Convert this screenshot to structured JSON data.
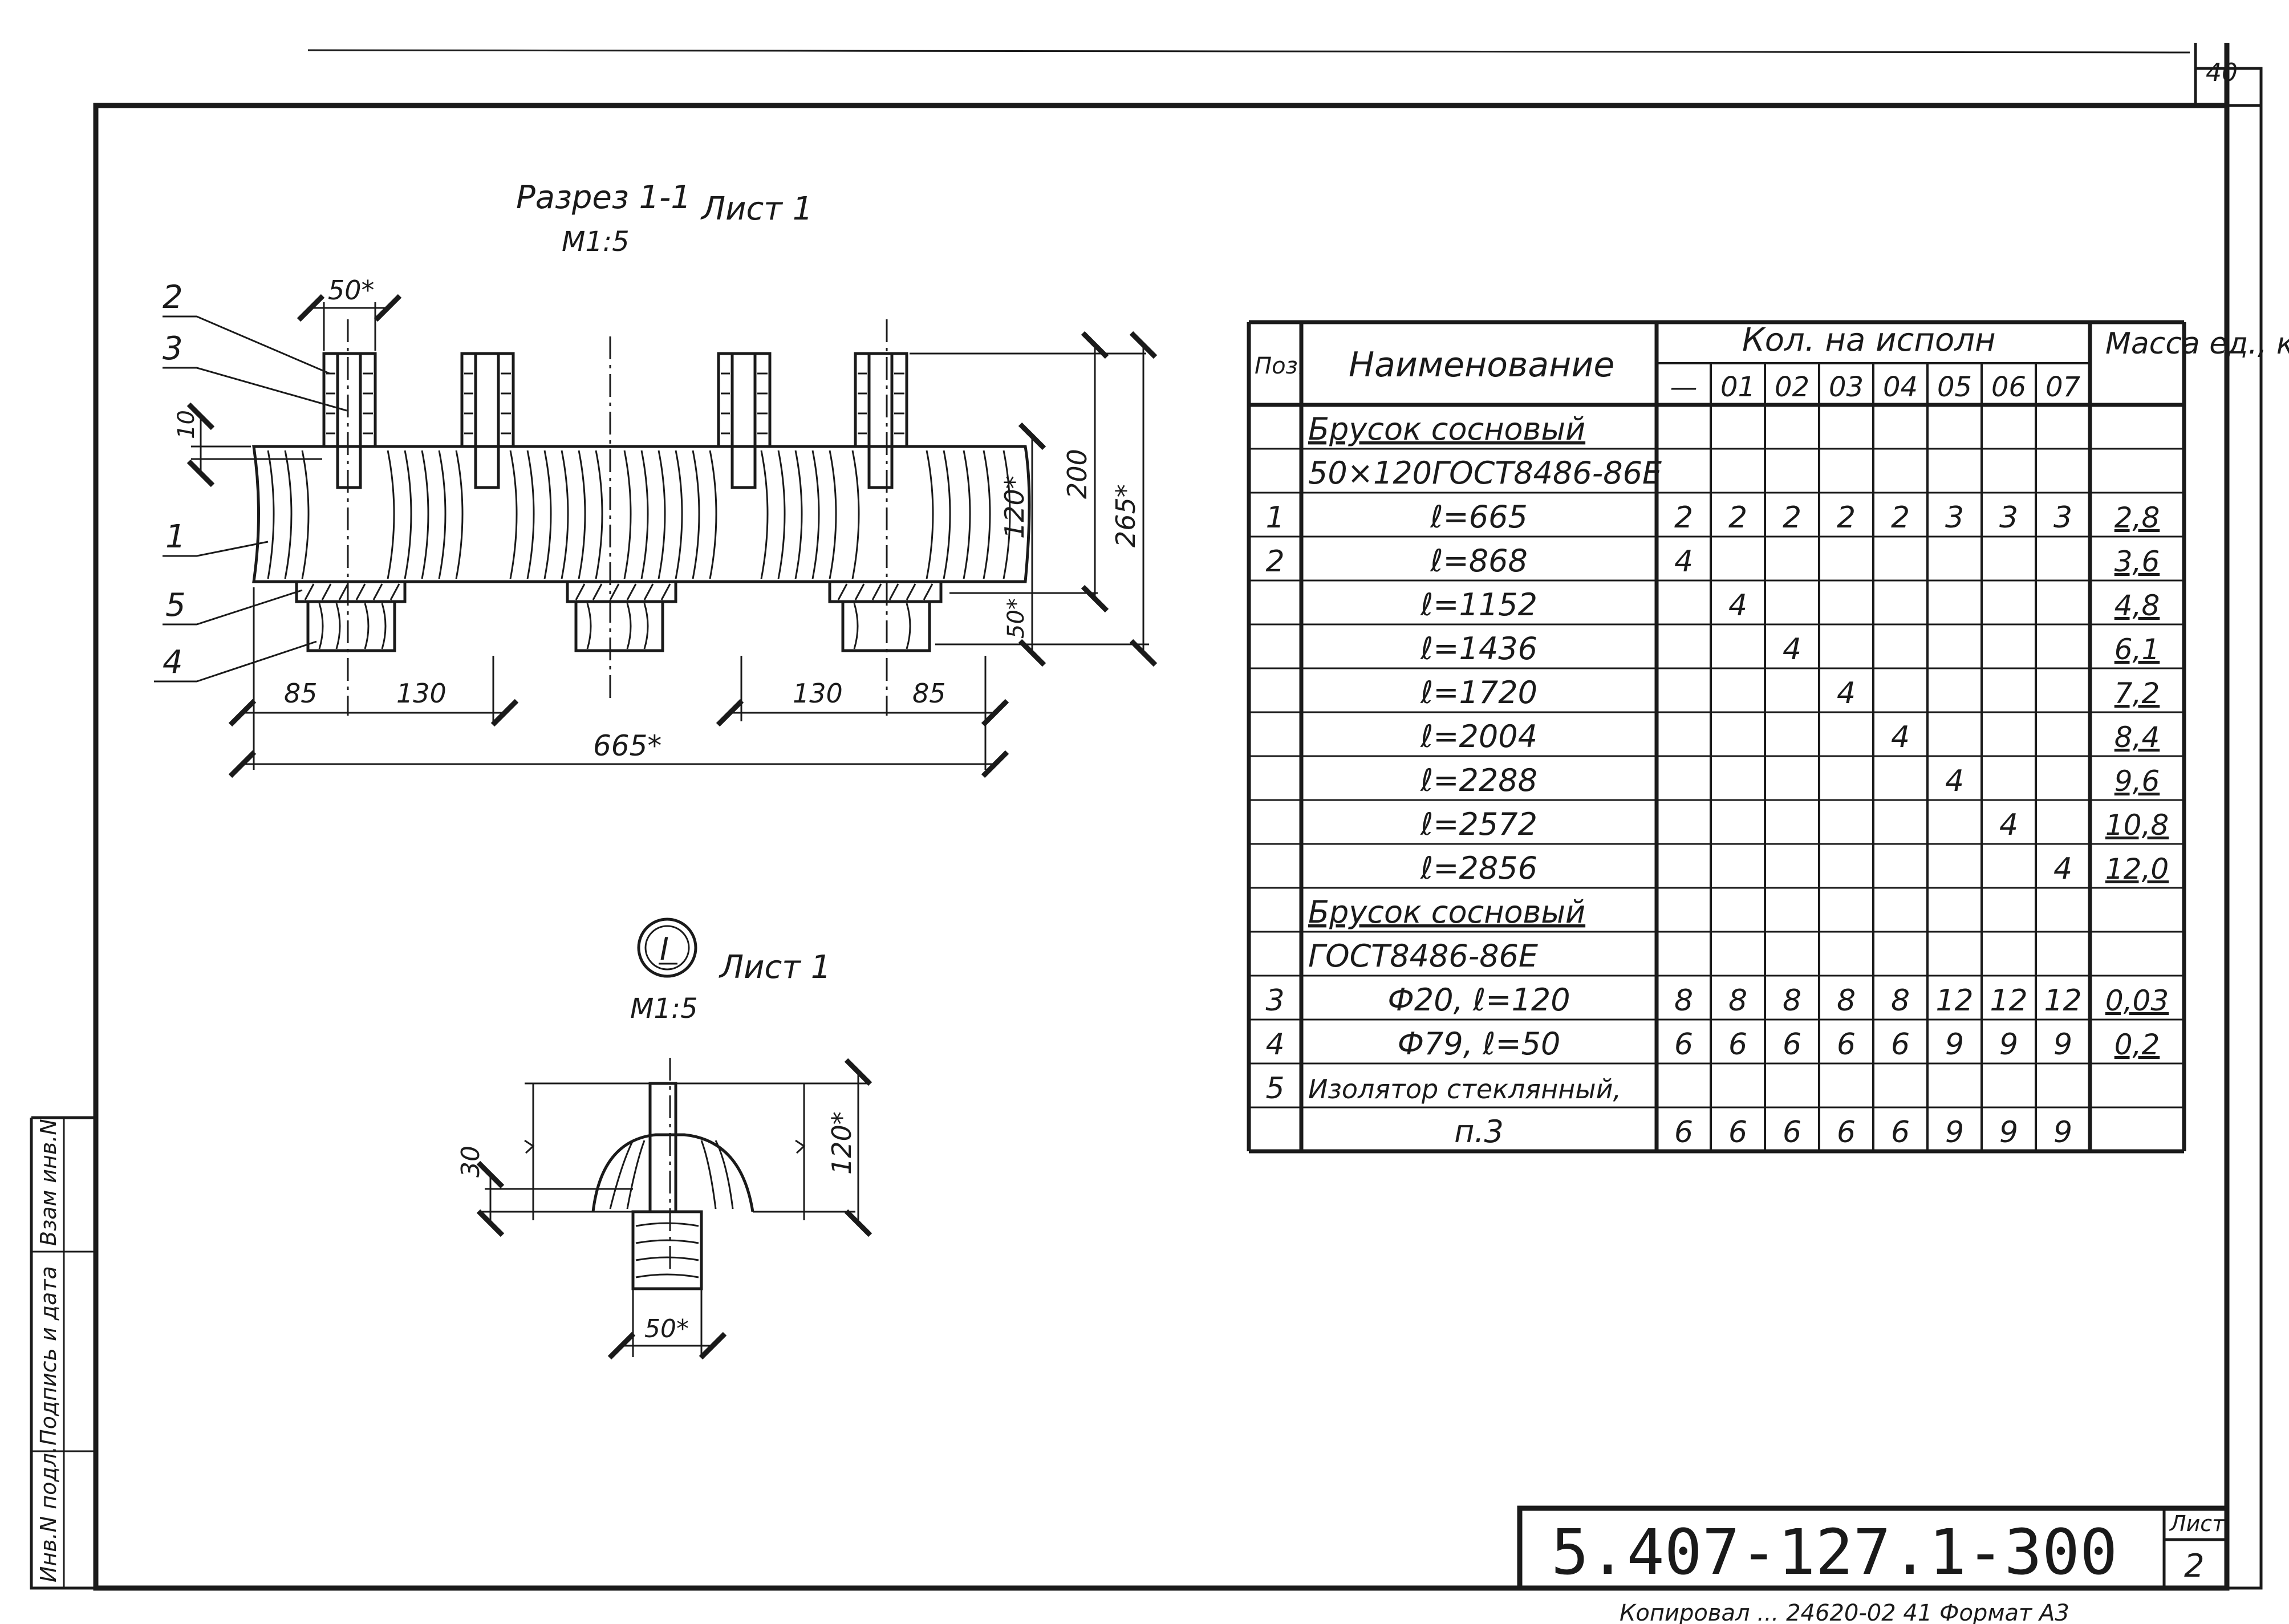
{
  "page_number": "40",
  "section_title": "Разрез 1-1",
  "section_ref": "Лист 1",
  "section_scale": "М1:5",
  "node_number": "I",
  "node_ref": "Лист 1",
  "node_scale": "М1:5",
  "position_labels": [
    "1",
    "2",
    "3",
    "4",
    "5"
  ],
  "dimensions": {
    "top_width": "50*",
    "gap": "10",
    "height_120": "120*",
    "height_200": "200",
    "height_265": "265*",
    "height_50": "50*",
    "left_85": "85",
    "left_130": "130",
    "right_130": "130",
    "right_85": "85",
    "total": "665*",
    "node_30": "30",
    "node_120": "120*",
    "node_50": "50*"
  },
  "spec_table": {
    "header_pos": "Поз.",
    "header_name": "Наименование",
    "header_qty": "Кол. на исполн",
    "header_mass": "Масса ед., кг",
    "variants": [
      "—",
      "01",
      "02",
      "03",
      "04",
      "05",
      "06",
      "07"
    ],
    "rows": [
      {
        "pos": "",
        "name": "Брусок сосновый",
        "underline": true,
        "q": [
          "",
          "",
          "",
          "",
          "",
          "",
          "",
          ""
        ],
        "mass": ""
      },
      {
        "pos": "",
        "name": "50×120ГОСТ8486-86Е",
        "underline": false,
        "q": [
          "",
          "",
          "",
          "",
          "",
          "",
          "",
          ""
        ],
        "mass": ""
      },
      {
        "pos": "1",
        "name": "ℓ=665",
        "underline": false,
        "q": [
          "2",
          "2",
          "2",
          "2",
          "2",
          "3",
          "3",
          "3"
        ],
        "mass": "2,8"
      },
      {
        "pos": "2",
        "name": "ℓ=868",
        "underline": false,
        "q": [
          "4",
          "",
          "",
          "",
          "",
          "",
          "",
          ""
        ],
        "mass": "3,6"
      },
      {
        "pos": "",
        "name": "ℓ=1152",
        "underline": false,
        "q": [
          "",
          "4",
          "",
          "",
          "",
          "",
          "",
          ""
        ],
        "mass": "4,8"
      },
      {
        "pos": "",
        "name": "ℓ=1436",
        "underline": false,
        "q": [
          "",
          "",
          "4",
          "",
          "",
          "",
          "",
          ""
        ],
        "mass": "6,1"
      },
      {
        "pos": "",
        "name": "ℓ=1720",
        "underline": false,
        "q": [
          "",
          "",
          "",
          "4",
          "",
          "",
          "",
          ""
        ],
        "mass": "7,2"
      },
      {
        "pos": "",
        "name": "ℓ=2004",
        "underline": false,
        "q": [
          "",
          "",
          "",
          "",
          "4",
          "",
          "",
          ""
        ],
        "mass": "8,4"
      },
      {
        "pos": "",
        "name": "ℓ=2288",
        "underline": false,
        "q": [
          "",
          "",
          "",
          "",
          "",
          "4",
          "",
          ""
        ],
        "mass": "9,6"
      },
      {
        "pos": "",
        "name": "ℓ=2572",
        "underline": false,
        "q": [
          "",
          "",
          "",
          "",
          "",
          "",
          "4",
          ""
        ],
        "mass": "10,8"
      },
      {
        "pos": "",
        "name": "ℓ=2856",
        "underline": false,
        "q": [
          "",
          "",
          "",
          "",
          "",
          "",
          "",
          "4"
        ],
        "mass": "12,0"
      },
      {
        "pos": "",
        "name": "Брусок сосновый",
        "underline": true,
        "q": [
          "",
          "",
          "",
          "",
          "",
          "",
          "",
          ""
        ],
        "mass": ""
      },
      {
        "pos": "",
        "name": "ГОСТ8486-86Е",
        "underline": false,
        "q": [
          "",
          "",
          "",
          "",
          "",
          "",
          "",
          ""
        ],
        "mass": ""
      },
      {
        "pos": "3",
        "name": "Ф20, ℓ=120",
        "underline": false,
        "q": [
          "8",
          "8",
          "8",
          "8",
          "8",
          "12",
          "12",
          "12"
        ],
        "mass": "0,03"
      },
      {
        "pos": "4",
        "name": "Ф79, ℓ=50",
        "underline": false,
        "q": [
          "6",
          "6",
          "6",
          "6",
          "6",
          "9",
          "9",
          "9"
        ],
        "mass": "0,2"
      },
      {
        "pos": "5",
        "name": "Изолятор стеклянный,",
        "underline": false,
        "q": [
          "",
          "",
          "",
          "",
          "",
          "",
          "",
          ""
        ],
        "mass": ""
      },
      {
        "pos": "",
        "name": "п.3",
        "underline": false,
        "q": [
          "6",
          "6",
          "6",
          "6",
          "6",
          "9",
          "9",
          "9"
        ],
        "mass": ""
      }
    ]
  },
  "side_stamp": [
    "Инв.N подл.",
    "Подпись и дата",
    "Взам инв.N"
  ],
  "title_block": {
    "code": "5.407-127.1-300",
    "sheet_label": "Лист",
    "sheet_no": "2"
  },
  "footer": "Копировал ... 24620-02 41 Формат А3"
}
